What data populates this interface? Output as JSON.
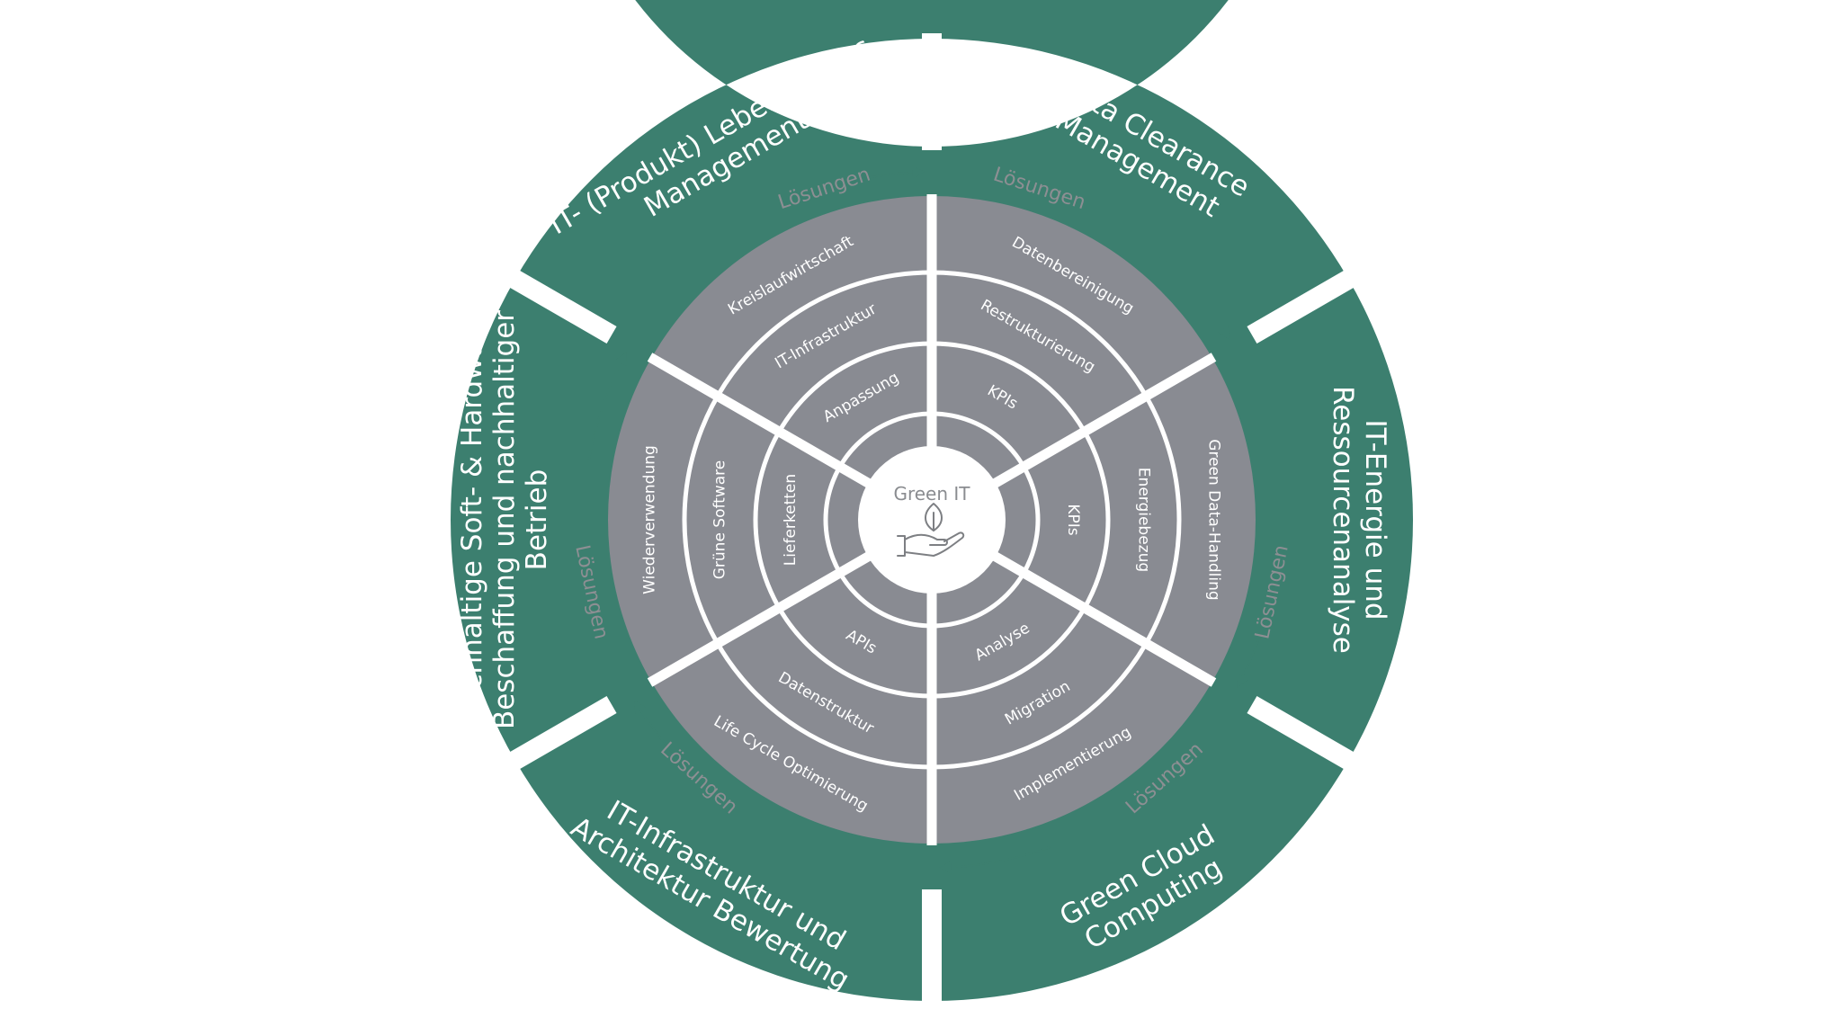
{
  "colors": {
    "green": "#3c7f6f",
    "gray": "#898b92",
    "background": "#ffffff",
    "solution_text": "#8d8f93"
  },
  "center": {
    "title": "Green IT",
    "icon": "hand-leaf-icon"
  },
  "segments": [
    {
      "outer_lines": [
        "Data Clearance",
        "Management"
      ],
      "rings": [
        "KPIs",
        "Restrukturierung",
        "Datenbereinigung"
      ],
      "solution_label": "Lösungen"
    },
    {
      "outer_lines": [
        "IT-Energie und",
        "Ressourcenanalyse"
      ],
      "rings": [
        "KPIs",
        "Energiebezug",
        "Green Data-Handling"
      ],
      "solution_label": "Lösungen"
    },
    {
      "outer_lines": [
        "Green Cloud",
        "Computing"
      ],
      "rings": [
        "Analyse",
        "Migration",
        "Implementierung"
      ],
      "solution_label": "Lösungen"
    },
    {
      "outer_lines": [
        "IT-Infrastruktur und",
        "Architektur Bewertung"
      ],
      "rings": [
        "APIs",
        "Datenstruktur",
        "Life Cycle Optimierung"
      ],
      "solution_label": "Lösungen"
    },
    {
      "outer_lines": [
        "Nachhaltige Soft- & Hardware",
        "Beschaffung und nachhaltiger",
        "Betrieb"
      ],
      "rings": [
        "Lieferketten",
        "Grüne Software",
        "Wiederverwendung"
      ],
      "solution_label": "Lösungen"
    },
    {
      "outer_lines": [
        "IT- (Produkt) Lebenszyklus",
        "Management"
      ],
      "rings": [
        "Anpassung",
        "IT-Infrastruktur",
        "Kreislaufwirtschaft"
      ],
      "solution_label": "Lösungen"
    }
  ]
}
